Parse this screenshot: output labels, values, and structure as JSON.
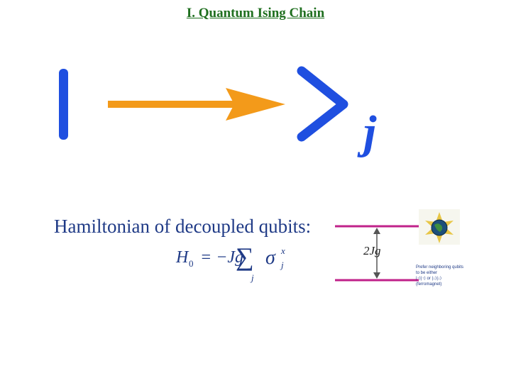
{
  "slide": {
    "title": "I. Quantum Ising Chain",
    "ket_label": "j",
    "hamiltonian_label": "Hamiltonian of decoupled qubits:",
    "equation": {
      "lhs": "H",
      "lhs_sub": "0",
      "equals": "= −Jg",
      "sum": "∑",
      "sum_index": "j",
      "sigma": "σ",
      "sigma_sup": "x",
      "sigma_sub": "j"
    },
    "gap_label": "2Jg",
    "note_lines": [
      "Prefer neighboring qubits",
      "to be either",
      "|↑⟩|↑⟩ or |↓⟩|↓⟩",
      "(ferromagnet)"
    ]
  },
  "colors": {
    "title": "#1f6f1f",
    "ket": "#1f4fe0",
    "arrow": "#f39a1a",
    "text_blue": "#1f3a86",
    "level_line": "#c0228a",
    "gap_arrow": "#555555"
  }
}
